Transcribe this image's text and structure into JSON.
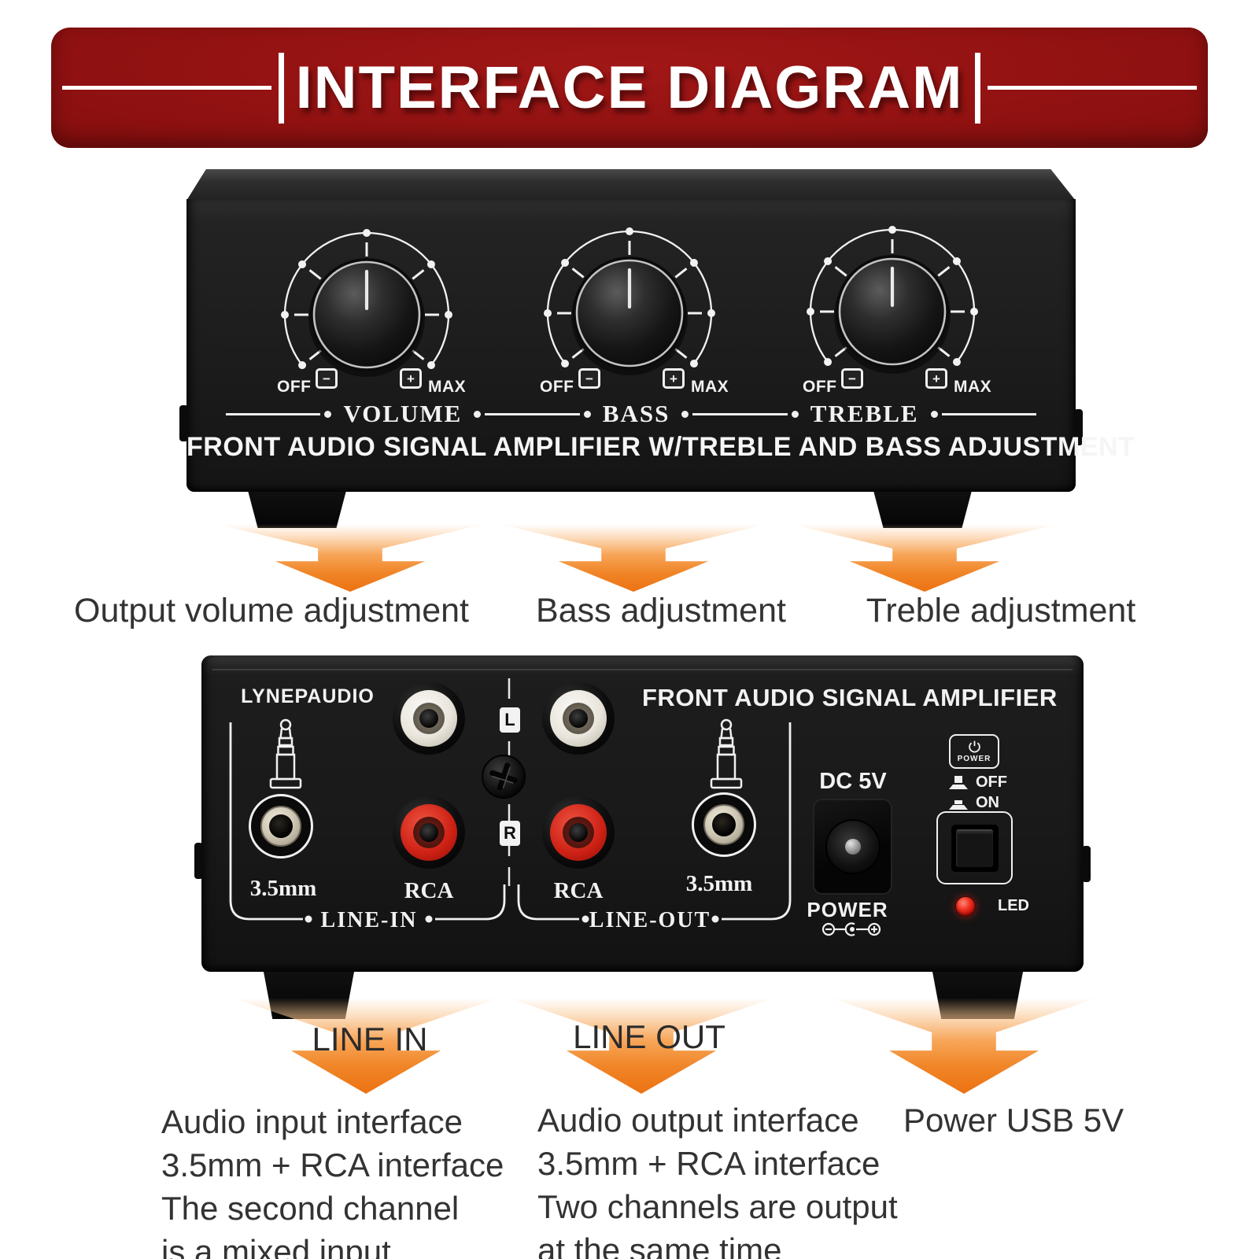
{
  "banner": {
    "title": "INTERFACE DIAGRAM"
  },
  "front_panel": {
    "knobs": [
      {
        "label": "VOLUME",
        "min": "OFF",
        "max": "MAX"
      },
      {
        "label": "BASS",
        "min": "OFF",
        "max": "MAX"
      },
      {
        "label": "TREBLE",
        "min": "OFF",
        "max": "MAX"
      }
    ],
    "minus_symbol": "−",
    "plus_symbol": "+",
    "caption": "FRONT AUDIO SIGNAL AMPLIFIER W/TREBLE AND BASS ADJUSTMENT"
  },
  "front_callouts": {
    "volume": "Output volume adjustment",
    "bass": "Bass adjustment",
    "treble": "Treble adjustment"
  },
  "back_panel": {
    "brand": "LYNEPAUDIO",
    "title": "FRONT AUDIO SIGNAL AMPLIFIER",
    "line_in": {
      "zone": "LINE-IN",
      "jack": "3.5mm",
      "rca": "RCA"
    },
    "line_out": {
      "zone": "LINE-OUT",
      "jack": "3.5mm",
      "rca": "RCA"
    },
    "channels": {
      "left": "L",
      "right": "R"
    },
    "power": {
      "dc": "DC 5V",
      "label": "POWER",
      "badge": "POWER",
      "off": "OFF",
      "on": "ON",
      "led": "LED"
    }
  },
  "back_callouts": {
    "line_in": "LINE IN",
    "line_out": "LINE OUT",
    "input_lines": [
      "Audio input interface",
      "3.5mm + RCA interface",
      "The second channel",
      "is a mixed input"
    ],
    "output_lines": [
      "Audio output interface",
      "3.5mm + RCA interface",
      "Two channels are output",
      "at the same time"
    ],
    "power_line": "Power USB 5V"
  },
  "colors": {
    "banner_red": "#8d1010",
    "arrow_orange": "#ec7212",
    "led_red": "#ef3020",
    "rca_red": "#cc2014",
    "panel_black": "#1c1c1c"
  }
}
